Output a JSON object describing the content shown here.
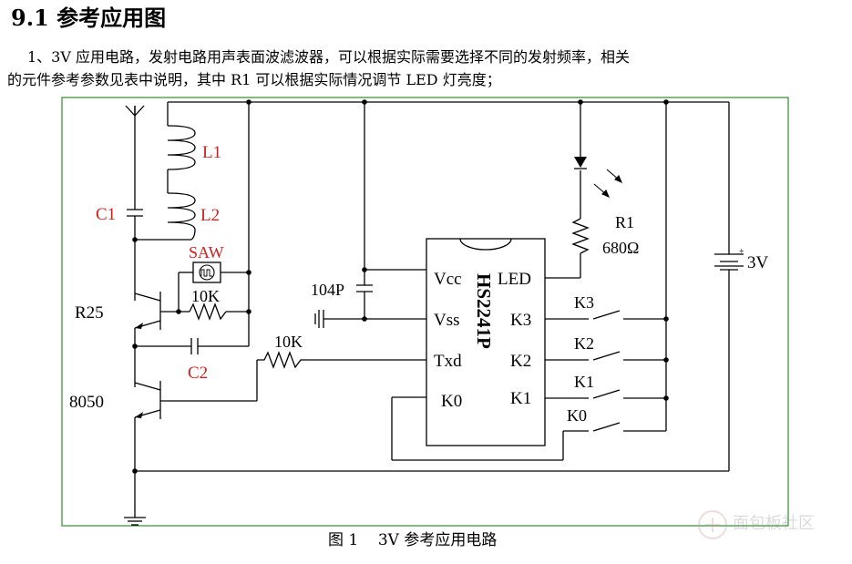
{
  "section": {
    "number": "9.1",
    "title": "参考应用图"
  },
  "paragraph": {
    "line1": "1、3V 应用电路，发射电路用声表面波滤波器，可以根据实际需要选择不同的发射频率，相关",
    "line2": "的元件参考参数见表中说明，其中 R1 可以根据实际情况调节 LED 灯亮度；"
  },
  "circuit": {
    "labels": {
      "l1": "L1",
      "l2": "L2",
      "c1": "C1",
      "saw": "SAW",
      "r_10k_top": "10K",
      "r25": "R25",
      "c2": "C2",
      "t8050": "8050",
      "r_10k_txd": "10K",
      "cap_104p": "104P",
      "r1": "R1",
      "r1_value": "680Ω",
      "battery": "3V",
      "k3": "K3",
      "k2": "K2",
      "k1": "K1",
      "k0": "K0"
    },
    "chip": {
      "name": "HS2241P",
      "pins_left": [
        "Vcc",
        "Vss",
        "Txd",
        "K0"
      ],
      "pins_right": [
        "LED",
        "K3",
        "K2",
        "K1"
      ]
    },
    "colors": {
      "frame": "#2e8b2e",
      "label_red": "#cc1f1f",
      "wire": "#000000"
    }
  },
  "caption": {
    "figure": "图 1",
    "text": "3V 参考应用电路"
  },
  "watermark": {
    "text": "面包板社区"
  }
}
